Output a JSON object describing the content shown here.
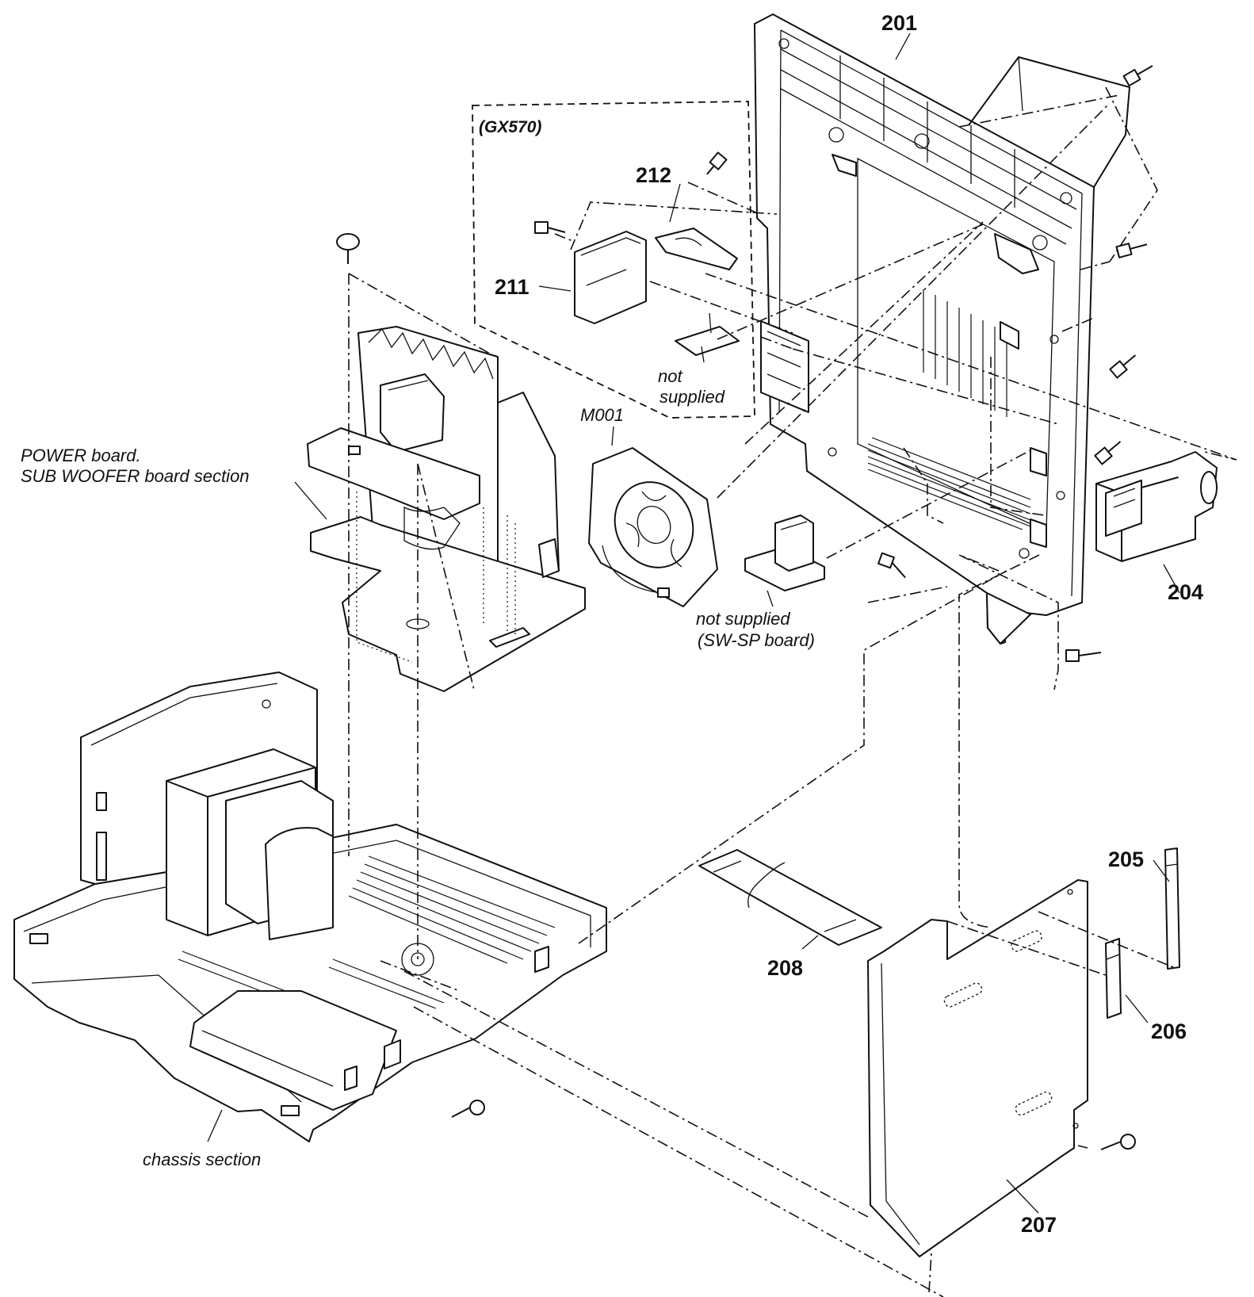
{
  "labels": {
    "p201": "201",
    "p204": "204",
    "p205": "205",
    "p206": "206",
    "p207": "207",
    "p208": "208",
    "p211": "211",
    "p212": "212",
    "m001": "M001",
    "gx570": "(GX570)",
    "not_supplied_1a": "not",
    "not_supplied_1b": "supplied",
    "not_supplied_2a": "not supplied",
    "not_supplied_2b": "(SW-SP board)",
    "power_board_a": "POWER board.",
    "power_board_b": "SUB WOOFER board section",
    "chassis": "chassis section"
  },
  "icons": [
    "screw-icon",
    "fan-icon",
    "connector-icon",
    "transformer-icon",
    "flat-cable-icon"
  ]
}
